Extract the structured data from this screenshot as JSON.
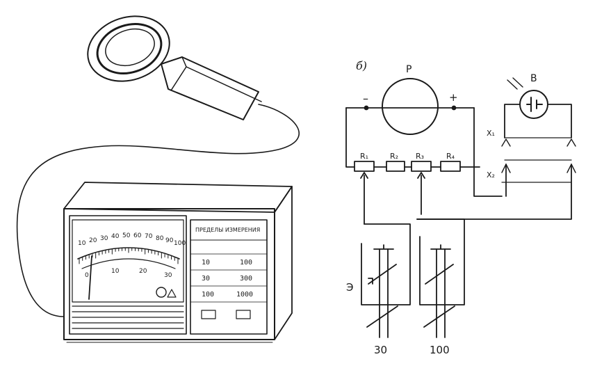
{
  "schematic": {
    "panel_label": "б)",
    "meter_label": "P",
    "minus": "–",
    "plus": "+",
    "cell_label": "B",
    "resistors": [
      "R₁",
      "R₂",
      "R₃",
      "R₄"
    ],
    "terminal_x1": "X₁",
    "terminal_x2": "X₂",
    "switch_label": "Э",
    "range_left": "30",
    "range_right": "100"
  },
  "instrument": {
    "scale_numbers": [
      "10",
      "20",
      "30",
      "40",
      "50",
      "60",
      "70",
      "80",
      "90",
      "100"
    ],
    "lower_scale": [
      "0",
      "10",
      "20",
      "30"
    ],
    "table_header": "ПРЕДЕЛЫ ИЗМЕРЕНИЯ",
    "table_rows": [
      {
        "a": "10",
        "b": "100"
      },
      {
        "a": "30",
        "b": "300"
      },
      {
        "a": "100",
        "b": "1000"
      }
    ]
  }
}
